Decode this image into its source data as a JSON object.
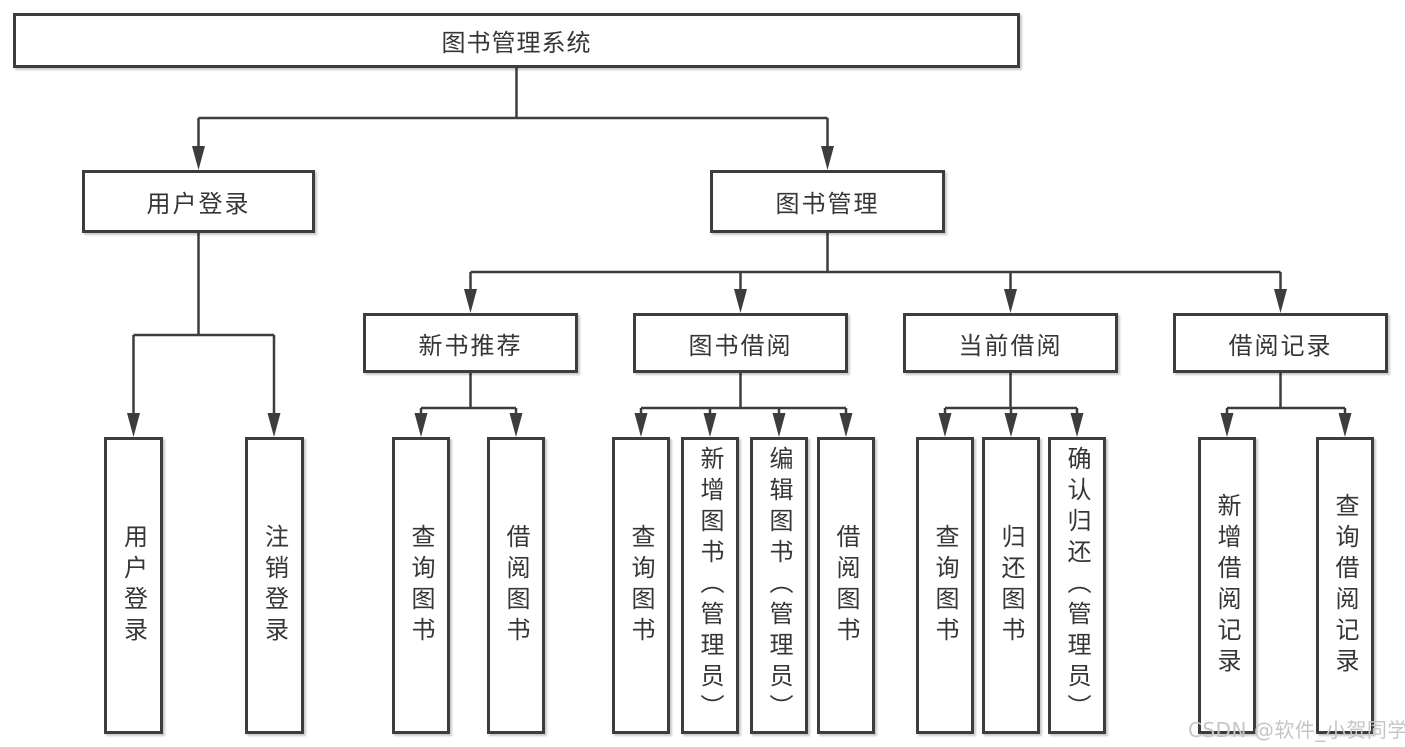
{
  "diagram": {
    "root": {
      "label": "图书管理系统"
    },
    "branches": [
      {
        "label": "用户登录",
        "children": [
          {
            "label": "用户登录"
          },
          {
            "label": "注销登录"
          }
        ]
      },
      {
        "label": "图书管理",
        "groups": [
          {
            "label": "新书推荐",
            "children": [
              {
                "label": "查询图书"
              },
              {
                "label": "借阅图书"
              }
            ]
          },
          {
            "label": "图书借阅",
            "children": [
              {
                "label": "查询图书"
              },
              {
                "label": "新增图书（管理员）"
              },
              {
                "label": "编辑图书（管理员）"
              },
              {
                "label": "借阅图书"
              }
            ]
          },
          {
            "label": "当前借阅",
            "children": [
              {
                "label": "查询图书"
              },
              {
                "label": "归还图书"
              },
              {
                "label": "确认归还（管理员）"
              }
            ]
          },
          {
            "label": "借阅记录",
            "children": [
              {
                "label": "新增借阅记录"
              },
              {
                "label": "查询借阅记录"
              }
            ]
          }
        ]
      }
    ],
    "watermark": "CSDN @软件_小贺同学",
    "colors": {
      "line": "#3d3d3d",
      "box_border": "#3d3d3d",
      "box_fill": "#ffffff",
      "text": "#363636",
      "watermark": "#c6c6c6",
      "background": "#ffffff"
    }
  }
}
